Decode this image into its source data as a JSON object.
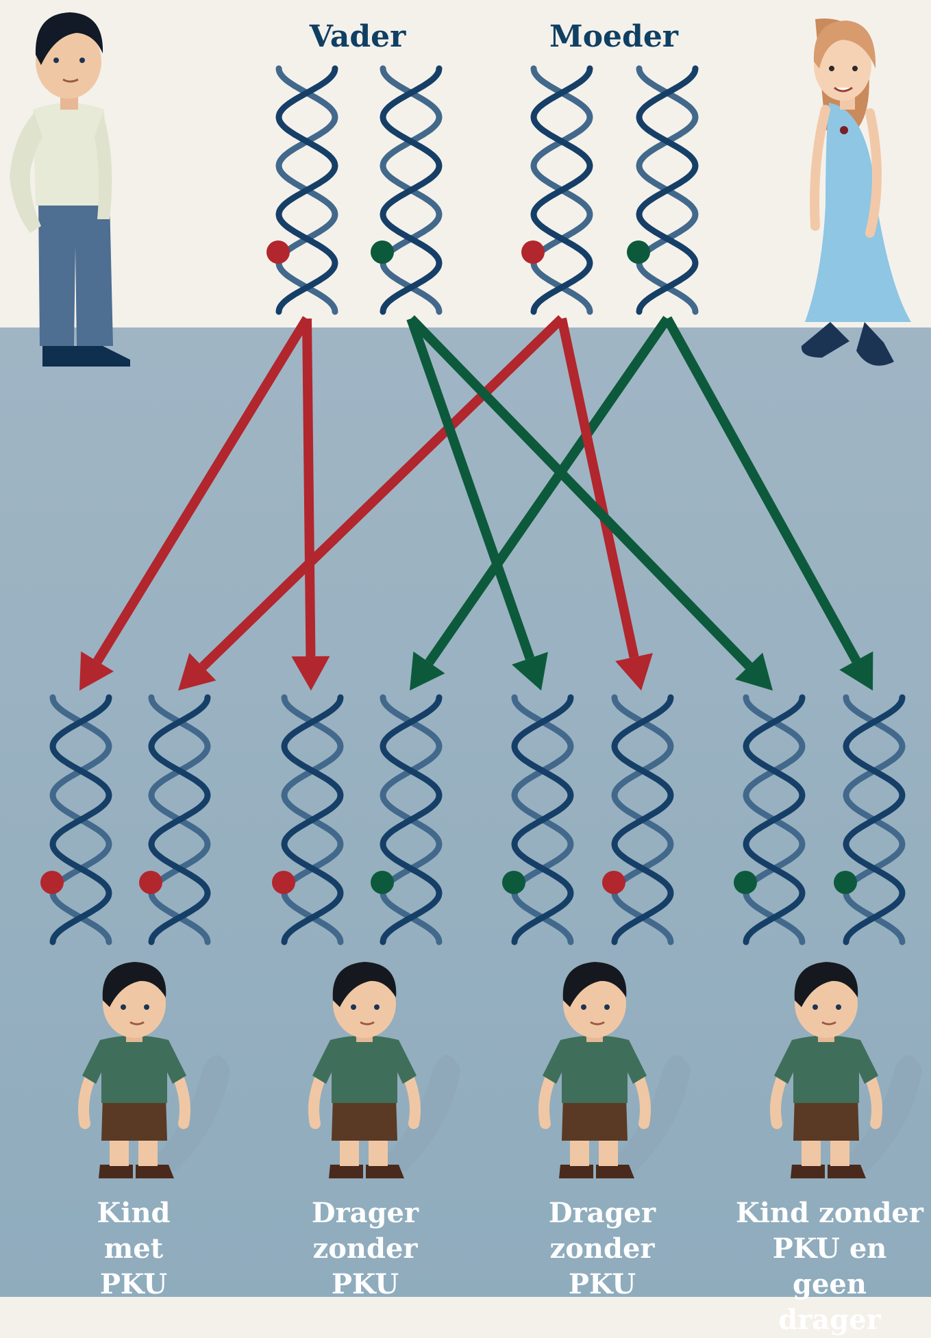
{
  "parents": [
    {
      "name": "Vader",
      "alleles": [
        "pku",
        "healthy"
      ]
    },
    {
      "name": "Moeder",
      "alleles": [
        "pku",
        "healthy"
      ]
    }
  ],
  "colors": {
    "pku": "#b2262e",
    "healthy": "#0c5a3b",
    "dna_dark": "#163f67",
    "dna_light": "#42698b",
    "top_bg": "#f4f1eb",
    "bottom_bg": "#9bb2c2"
  },
  "children": [
    {
      "label": "Kind met PKU",
      "label_lines": [
        "Kind",
        "met",
        "PKU"
      ],
      "alleles": [
        "pku",
        "pku"
      ]
    },
    {
      "label": "Drager zonder PKU",
      "label_lines": [
        "Drager",
        "zonder",
        "PKU"
      ],
      "alleles": [
        "pku",
        "healthy"
      ]
    },
    {
      "label": "Drager zonder PKU",
      "label_lines": [
        "Drager",
        "zonder",
        "PKU"
      ],
      "alleles": [
        "healthy",
        "pku"
      ]
    },
    {
      "label": "Kind zonder PKU en geen drager",
      "label_lines": [
        "Kind zonder",
        "PKU en geen",
        "drager"
      ],
      "alleles": [
        "healthy",
        "healthy"
      ]
    }
  ],
  "inheritance": [
    {
      "from_parent": 0,
      "from_strand": 0,
      "to_child": 0,
      "to_strand": 0,
      "allele": "pku"
    },
    {
      "from_parent": 1,
      "from_strand": 0,
      "to_child": 0,
      "to_strand": 1,
      "allele": "pku"
    },
    {
      "from_parent": 0,
      "from_strand": 0,
      "to_child": 1,
      "to_strand": 0,
      "allele": "pku"
    },
    {
      "from_parent": 1,
      "from_strand": 1,
      "to_child": 1,
      "to_strand": 1,
      "allele": "healthy"
    },
    {
      "from_parent": 0,
      "from_strand": 1,
      "to_child": 2,
      "to_strand": 0,
      "allele": "healthy"
    },
    {
      "from_parent": 1,
      "from_strand": 0,
      "to_child": 2,
      "to_strand": 1,
      "allele": "pku"
    },
    {
      "from_parent": 0,
      "from_strand": 1,
      "to_child": 3,
      "to_strand": 0,
      "allele": "healthy"
    },
    {
      "from_parent": 1,
      "from_strand": 1,
      "to_child": 3,
      "to_strand": 1,
      "allele": "healthy"
    }
  ]
}
